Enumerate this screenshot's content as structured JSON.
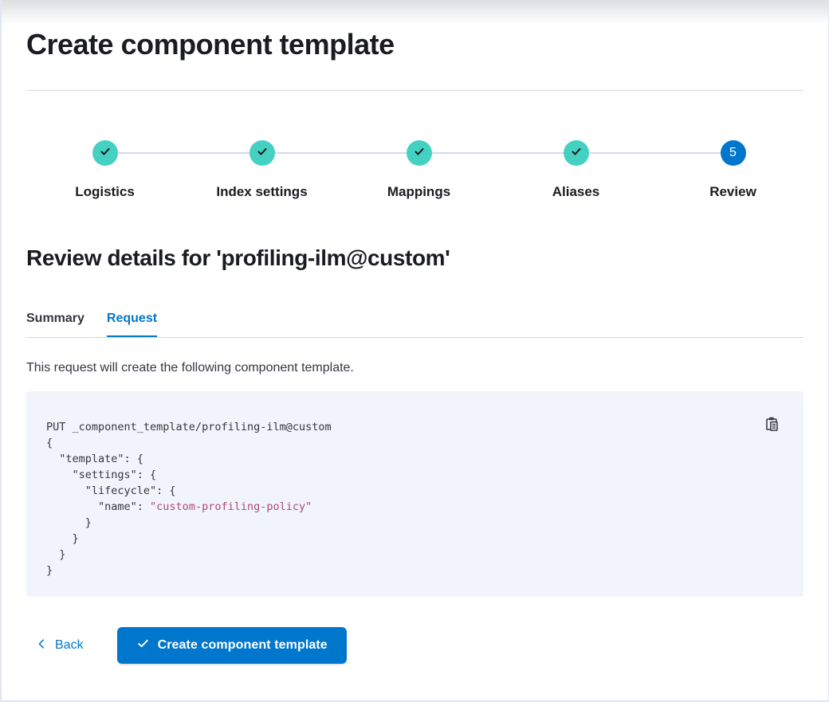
{
  "page": {
    "title": "Create component template"
  },
  "stepper": {
    "steps": [
      {
        "label": "Logistics",
        "status": "complete"
      },
      {
        "label": "Index settings",
        "status": "complete"
      },
      {
        "label": "Mappings",
        "status": "complete"
      },
      {
        "label": "Aliases",
        "status": "complete"
      },
      {
        "label": "Review",
        "status": "current",
        "number": "5"
      }
    ]
  },
  "review": {
    "heading": "Review details for 'profiling-ilm@custom'",
    "tabs": [
      {
        "label": "Summary",
        "selected": false
      },
      {
        "label": "Request",
        "selected": true
      }
    ],
    "description": "This request will create the following component template."
  },
  "code_block": {
    "copy_icon": "copy-clipboard-icon",
    "lines": [
      "PUT _component_template/profiling-ilm@custom",
      "{",
      "  \"template\": {",
      "    \"settings\": {",
      "      \"lifecycle\": {",
      "        \"name\": ",
      "      }",
      "    }",
      "  }",
      "}"
    ],
    "string_value": "\"custom-profiling-policy\""
  },
  "footer": {
    "back_label": "Back",
    "create_label": "Create component template"
  },
  "colors": {
    "primary_blue": "#0077cc",
    "step_complete_teal": "#45d1c2",
    "code_string_pink": "#ad4c74",
    "code_background": "#f1f4fa",
    "divider": "#d3dae6",
    "heading_text": "#1a1c21",
    "body_text": "#343741"
  }
}
